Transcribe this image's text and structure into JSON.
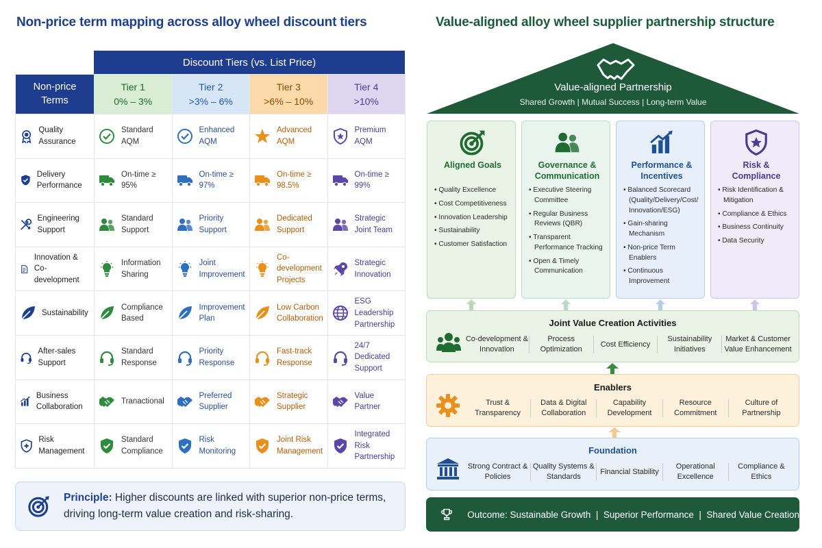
{
  "left": {
    "title": "Non-price term mapping across alloy wheel discount tiers",
    "banner": "Discount Tiers (vs. List Price)",
    "row_header": "Non-price Terms",
    "tiers": [
      {
        "name": "Tier 1",
        "range": "0% – 3%",
        "bg": "#d9ecd4",
        "fg": "#1f6b32"
      },
      {
        "name": "Tier 2",
        "range": ">3% – 6%",
        "bg": "#d6e6f5",
        "fg": "#1f5aa6"
      },
      {
        "name": "Tier 3",
        "range": ">6% – 10%",
        "bg": "#fbd9a8",
        "fg": "#8a4a06"
      },
      {
        "name": "Tier 4",
        "range": ">10%",
        "bg": "#ddd6f0",
        "fg": "#4a3b8f"
      }
    ],
    "rows": [
      {
        "term": "Quality Assurance",
        "icon": "medal-icon",
        "cells": [
          "Standard AQM",
          "Enhanced AQM",
          "Advanced AQM",
          "Premium AQM"
        ],
        "cell_icons": [
          "check-circle-icon",
          "check-circle-icon",
          "star-icon",
          "shield-star-icon"
        ]
      },
      {
        "term": "Delivery Performance",
        "icon": "shield-check-icon",
        "cells": [
          "On-time ≥ 95%",
          "On-time ≥ 97%",
          "On-time ≥ 98.5%",
          "On-time ≥ 99%"
        ],
        "cell_icons": [
          "truck-icon",
          "truck-icon",
          "truck-icon",
          "truck-icon"
        ]
      },
      {
        "term": "Engineering Support",
        "icon": "tools-icon",
        "cells": [
          "Standard Support",
          "Priority Support",
          "Dedicated Support",
          "Strategic Joint Team"
        ],
        "cell_icons": [
          "people-icon",
          "people-icon",
          "people-icon",
          "people-icon"
        ]
      },
      {
        "term": "Innovation & Co-development",
        "icon": "document-icon",
        "cells": [
          "Information Sharing",
          "Joint Improvement",
          "Co-development Projects",
          "Strategic Innovation"
        ],
        "cell_icons": [
          "bulb-icon",
          "bulb-icon",
          "bulb-icon",
          "rocket-icon"
        ]
      },
      {
        "term": "Sustainability",
        "icon": "leaf-icon",
        "cells": [
          "Compliance Based",
          "Improvement Plan",
          "Low Carbon Collaboration",
          "ESG Leadership Partnership"
        ],
        "cell_icons": [
          "leaf-icon",
          "leaf-icon",
          "leaf-icon",
          "globe-icon"
        ]
      },
      {
        "term": "After-sales Support",
        "icon": "headset-icon",
        "cells": [
          "Standard Response",
          "Priority Response",
          "Fast-track Response",
          "24/7 Dedicated Support"
        ],
        "cell_icons": [
          "headset-icon",
          "headset-icon",
          "headset-icon",
          "headset-icon"
        ]
      },
      {
        "term": "Business Collaboration",
        "icon": "bar-chart-icon",
        "cells": [
          "Tranactional",
          "Preferred Supplier",
          "Strategic Supplier",
          "Value Partner"
        ],
        "cell_icons": [
          "handshake-icon",
          "handshake-icon",
          "handshake-icon",
          "handshake-icon"
        ]
      },
      {
        "term": "Risk Management",
        "icon": "shield-plus-icon",
        "cells": [
          "Standard Compliance",
          "Risk Monitoring",
          "Joint Risk Management",
          "Integrated Risk Partnership"
        ],
        "cell_icons": [
          "shield-check-icon",
          "shield-check-icon",
          "shield-check-icon",
          "shield-check-icon"
        ]
      }
    ],
    "principle_label": "Principle:",
    "principle_text": " Higher discounts are linked with superior non-price terms, driving long-term value creation and risk-sharing."
  },
  "right": {
    "title": "Value-aligned alloy wheel supplier partnership structure",
    "roof_title": "Value-aligned Partnership",
    "roof_sub": "Shared Growth  |  Mutual Success  |  Long-term Value",
    "pillars": [
      {
        "title": "Aligned Goals",
        "icon": "target-icon",
        "bg": "#eaf4e6",
        "border": "#bcdab4",
        "fg": "#1f6b32",
        "items": [
          "Quality Excellence",
          "Cost Competitiveness",
          "Innovation Leadership",
          "Sustainability",
          "Customer Satisfaction"
        ]
      },
      {
        "title": "Governance & Communication",
        "icon": "people-icon",
        "bg": "#eaf4ee",
        "border": "#b9dcc6",
        "fg": "#1f6b32",
        "items": [
          "Executive Steering Committee",
          "Regular Business Reviews (QBR)",
          "Transparent Performance Tracking",
          "Open & Timely Communication"
        ]
      },
      {
        "title": "Performance & Incentives",
        "icon": "bar-chart-icon",
        "bg": "#e7f0fa",
        "border": "#b5cde8",
        "fg": "#1f4f95",
        "items": [
          "Balanced Scorecard (Quality/Delivery/Cost/ Innovation/ESG)",
          "Gain-sharing Mechanism",
          "Non-price Term Enablers",
          "Continuous Improvement"
        ]
      },
      {
        "title": "Risk & Compliance",
        "icon": "shield-star-icon",
        "bg": "#efebf8",
        "border": "#cfc5ea",
        "fg": "#4a3b8f",
        "items": [
          "Risk Identification & Mitigation",
          "Compliance & Ethics",
          "Business Continuity",
          "Data Security"
        ]
      }
    ],
    "activities": {
      "title": "Joint Value Creation Activities",
      "items": [
        "Co-development & Innovation",
        "Process Optimization",
        "Cost Efficiency",
        "Sustainability Initiatives",
        "Market & Customer Value Enhancement"
      ]
    },
    "enablers": {
      "title": "Enablers",
      "items": [
        "Trust & Transparency",
        "Data & Digital Collaboration",
        "Capability Development",
        "Resource Commitment",
        "Culture of Partnership"
      ]
    },
    "foundation": {
      "title": "Foundation",
      "items": [
        "Strong Contract & Policies",
        "Quality Systems & Standards",
        "Financial Stability",
        "Operational Excellence",
        "Compliance & Ethics"
      ]
    },
    "outcome": "Outcome: Sustainable Growth  |  Superior Performance  |  Shared Value Creation"
  }
}
